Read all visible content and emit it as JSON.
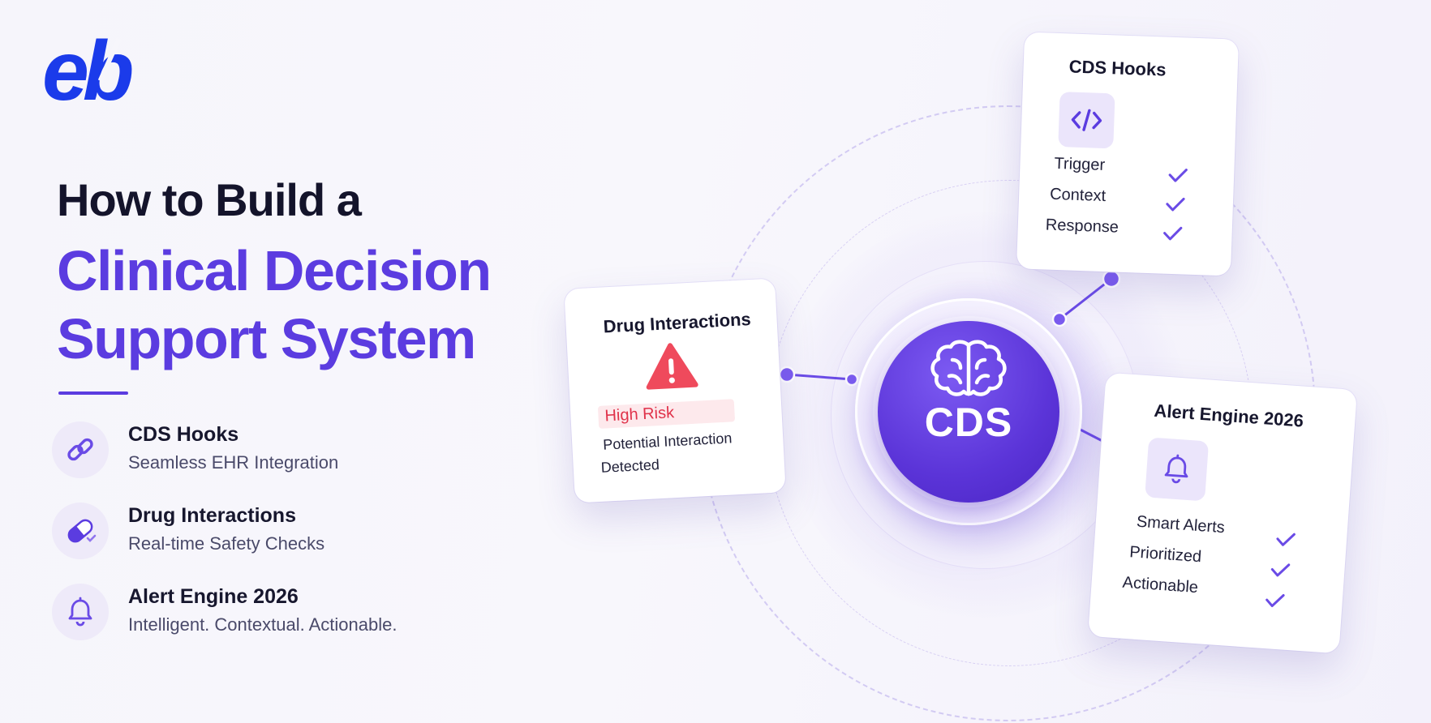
{
  "brand": {
    "logo_text": "eb"
  },
  "heading": {
    "line1": "How to Build a",
    "line2": "Clinical Decision",
    "line3": "Support System"
  },
  "features": [
    {
      "title": "CDS Hooks",
      "subtitle": "Seamless EHR Integration",
      "icon": "link-icon"
    },
    {
      "title": "Drug Interactions",
      "subtitle": "Real-time Safety Checks",
      "icon": "pill-icon"
    },
    {
      "title": "Alert Engine 2026",
      "subtitle": "Intelligent. Contextual. Actionable.",
      "icon": "bell-icon"
    }
  ],
  "hub": {
    "label": "CDS",
    "icon": "brain-icon"
  },
  "cards": {
    "hooks": {
      "title": "CDS Hooks",
      "icon": "code-icon",
      "items": [
        "Trigger",
        "Context",
        "Response"
      ]
    },
    "drug": {
      "title": "Drug Interactions",
      "icon": "warning-icon",
      "risk": "High Risk",
      "line1": "Potential Interaction",
      "line2": "Detected"
    },
    "alert": {
      "title": "Alert Engine 2026",
      "icon": "bell-icon",
      "items": [
        "Smart Alerts",
        "Prioritized",
        "Actionable"
      ]
    }
  },
  "colors": {
    "accent": "#5b3ce0",
    "logo": "#1b3bea",
    "risk": "#e0324a",
    "text": "#14142b"
  }
}
